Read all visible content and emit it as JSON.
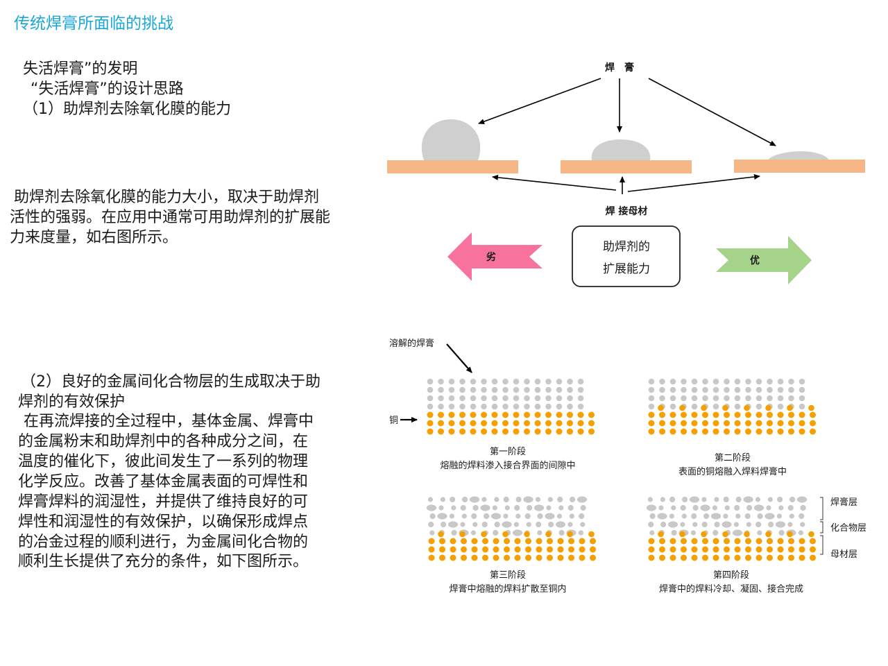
{
  "title": "传统焊膏所面临的挑战",
  "left": {
    "intro": [
      "失活焊膏”的发明",
      "“失活焊膏”的设计思路",
      "（1）助焊剂去除氧化膜的能力"
    ],
    "para1": [
      "助焊剂去除氧化膜的能力大小，取决于助焊剂",
      "活性的强弱。在应用中通常可用助焊剂的扩展能",
      "力来度量，如右图所示。"
    ],
    "heading2": [
      "（2）良好的金属间化合物层的生成取决于助",
      "焊剂的有效保护"
    ],
    "para2": [
      "在再流焊接的全过程中，基体金属、焊膏中",
      "的金属粉末和助焊剂中的各种成分之间，在",
      "温度的催化下，彼此间发生了一系列的物理",
      "化学反应。改善了基体金属表面的可焊性和",
      "焊膏焊料的润湿性，并提供了维持良好的可",
      "焊性和润湿性的有效保护，以确保形成焊点",
      "的冶金过程的顺利进行，为金属间化合物的",
      "顺利生长提供了充分的条件，如下图所示。"
    ]
  },
  "diagram1": {
    "top_label": "焊　膏",
    "bottom_label": "焊 接母材",
    "center_box": [
      "助焊剂的",
      "扩展能力"
    ],
    "left_arrow_label": "劣",
    "right_arrow_label": "优",
    "colors": {
      "paste": "#cfcfcf",
      "substrate": "#f5b585",
      "bad": "#f7739e",
      "good": "#a6d38a"
    }
  },
  "diagram2": {
    "dissolved_label": "溶解的焊膏",
    "copper_label": "铜",
    "stage1": {
      "name": "第一阶段",
      "desc": "熔融的焊料渗入接合界面的间隙中"
    },
    "stage2": {
      "name": "第二阶段",
      "desc": "表面的铜熔融入焊料焊膏中"
    },
    "stage3": {
      "name": "第三阶段",
      "desc": "焊膏中熔融的焊料扩散至铜内"
    },
    "stage4": {
      "name": "第四阶段",
      "desc": "焊膏中的焊料冷却、凝固、接合完成"
    },
    "layers": [
      "焊膏层",
      "化合物层",
      "母材层"
    ],
    "colors": {
      "solder": "#c8c8c8",
      "copper": "#f5a000"
    }
  }
}
